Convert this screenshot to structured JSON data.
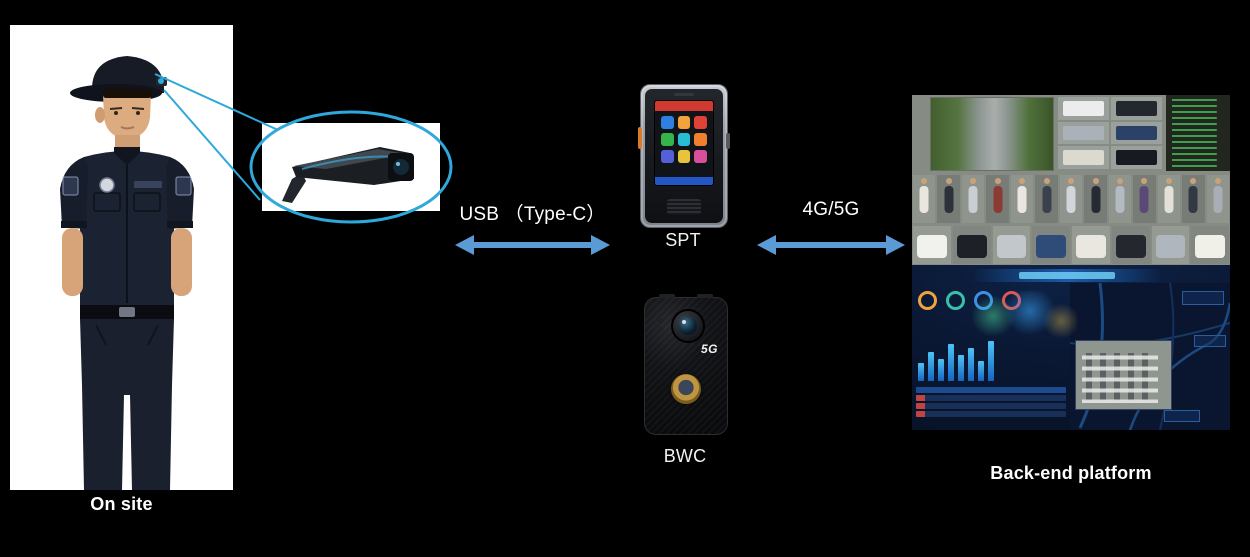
{
  "colors": {
    "background": "#000000",
    "arrow_blue": "#5b9bd5",
    "callout_blue": "#2fa8dc"
  },
  "left": {
    "caption": "On site"
  },
  "middle": {
    "spt": {
      "caption": "SPT"
    },
    "bwc": {
      "caption": "BWC",
      "badge": "5G"
    }
  },
  "links": {
    "usb": {
      "label": "USB （Type-C）"
    },
    "cellular": {
      "label": "4G/5G"
    }
  },
  "right": {
    "caption": "Back-end platform"
  }
}
